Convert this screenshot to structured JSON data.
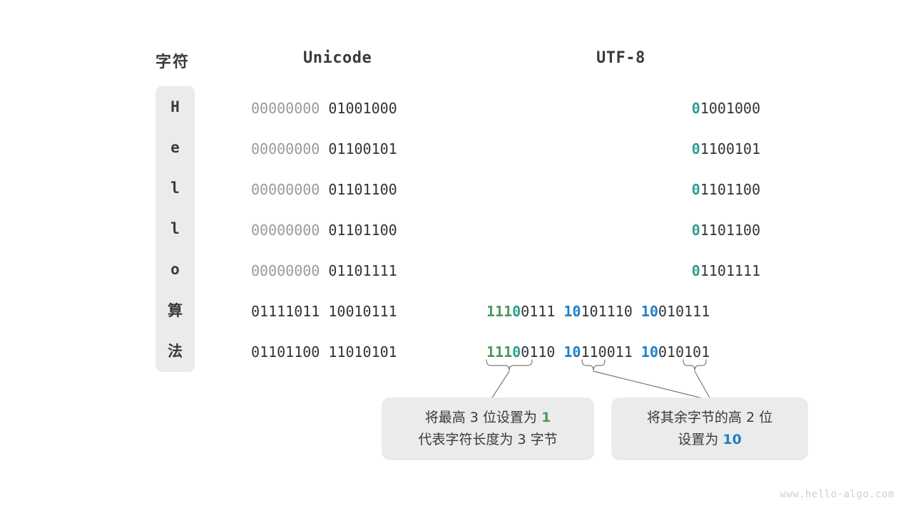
{
  "headers": {
    "char": "字符",
    "unicode": "Unicode",
    "utf8": "UTF-8"
  },
  "colors": {
    "dim": "#999999",
    "dark": "#333333",
    "teal": "#2e9e8f",
    "green": "#4b9a5c",
    "blue": "#1f80c8",
    "panel": "#ebebeb",
    "watermark": "#cfcfcf"
  },
  "rows": [
    {
      "char": "H",
      "unicode_high": "00000000",
      "unicode_low": "01001000",
      "utf8_marker": "0",
      "utf8_rest": "1001000"
    },
    {
      "char": "e",
      "unicode_high": "00000000",
      "unicode_low": "01100101",
      "utf8_marker": "0",
      "utf8_rest": "1100101"
    },
    {
      "char": "l",
      "unicode_high": "00000000",
      "unicode_low": "01101100",
      "utf8_marker": "0",
      "utf8_rest": "1101100"
    },
    {
      "char": "l",
      "unicode_high": "00000000",
      "unicode_low": "01101100",
      "utf8_marker": "0",
      "utf8_rest": "1101100"
    },
    {
      "char": "o",
      "unicode_high": "00000000",
      "unicode_low": "01101111",
      "utf8_marker": "0",
      "utf8_rest": "1101111"
    }
  ],
  "cjk_rows": [
    {
      "char": "算",
      "unicode_high": "01111011",
      "unicode_low": "10010111",
      "b1_len": "111",
      "b1_zero": "0",
      "b1_rest": "0111",
      "b2_mark": "10",
      "b2_rest": "101110",
      "b3_mark": "10",
      "b3_rest": "010111"
    },
    {
      "char": "法",
      "unicode_high": "01101100",
      "unicode_low": "11010101",
      "b1_len": "111",
      "b1_zero": "0",
      "b1_rest": "0110",
      "b2_mark": "10",
      "b2_rest": "110011",
      "b3_mark": "10",
      "b3_rest": "010101"
    }
  ],
  "callouts": [
    {
      "line1_pre": "将最高 3 位设置为 ",
      "line1_hl": "1",
      "line2": "代表字符长度为 3 字节"
    },
    {
      "line1": "将其余字节的高 2 位",
      "line2_pre": "设置为 ",
      "line2_hl": "10"
    }
  ],
  "watermark": "www.hello-algo.com"
}
